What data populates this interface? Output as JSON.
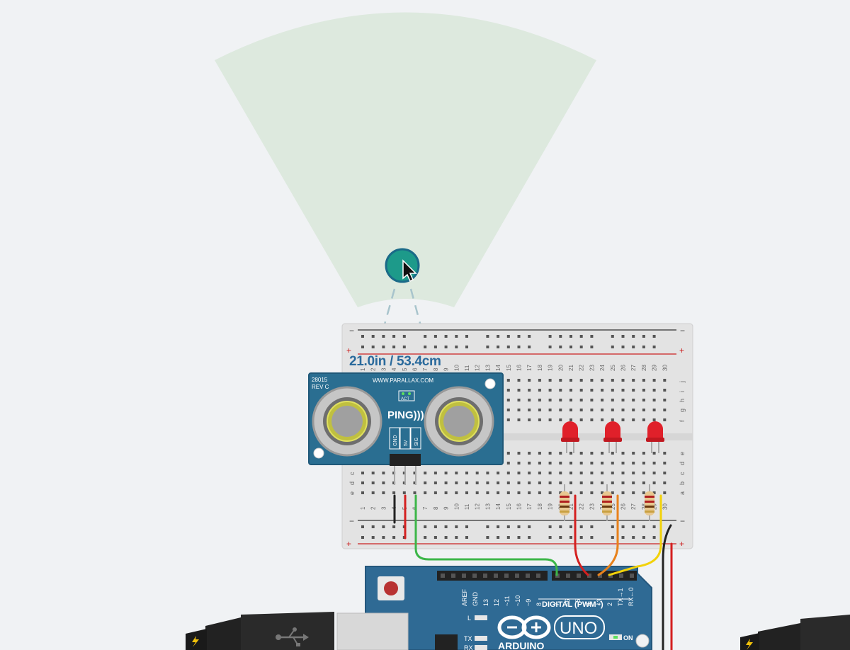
{
  "simulation": {
    "distance_readout": "21.0in / 53.4cm"
  },
  "sensor": {
    "model": "28015",
    "revision": "REV C",
    "website": "WWW.PARALLAX.COM",
    "act_label": "ACT",
    "brand": "PING)))",
    "pins": [
      "GND",
      "5V",
      "SIG"
    ]
  },
  "breadboard": {
    "columns": [
      "1",
      "2",
      "3",
      "4",
      "5",
      "6",
      "7",
      "8",
      "9",
      "10",
      "11",
      "12",
      "13",
      "14",
      "15",
      "16",
      "17",
      "18",
      "19",
      "20",
      "21",
      "22",
      "23",
      "24",
      "25",
      "26",
      "27",
      "28",
      "29",
      "30"
    ],
    "rows_top": [
      "j",
      "i",
      "h",
      "g",
      "f"
    ],
    "rows_bottom": [
      "e",
      "d",
      "c",
      "b",
      "a"
    ],
    "rail_plus": "+",
    "rail_minus": "−"
  },
  "arduino": {
    "pin_labels": [
      "AREF",
      "GND",
      "13",
      "12",
      "~11",
      "~10",
      "~9",
      "8",
      "7",
      "~6",
      "~5",
      "4",
      "~3",
      "2",
      "TX→1",
      "RX←0"
    ],
    "digital_label": "DIGITAL (PWM~)",
    "brand": "ARDUINO",
    "model": "UNO",
    "on_label": "ON",
    "led_labels": [
      "L",
      "TX",
      "RX"
    ]
  },
  "colors": {
    "sensor_board": "#2a6e91",
    "sensor_fov": "#dde9de",
    "target": "#1d9a8a",
    "arduino_board": "#2f6a94",
    "wire_green": "#3cb648",
    "wire_red": "#d42020",
    "wire_orange": "#e8821c",
    "wire_yellow": "#f2d20a",
    "wire_black": "#222222",
    "led_red": "#e0202a"
  }
}
